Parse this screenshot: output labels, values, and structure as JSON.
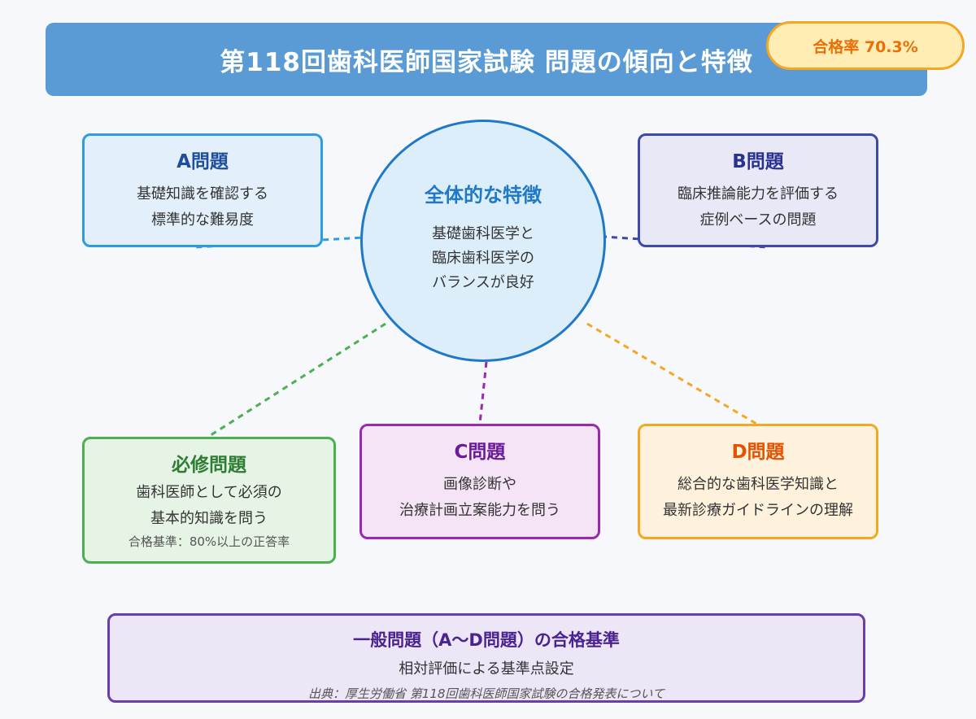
{
  "title": "第118回歯科医師国家試験 問題の傾向と特徴",
  "pass_rate": "合格率 70.3%",
  "center": {
    "title": "全体的な特徴",
    "lines": [
      "基礎歯科医学と",
      "臨床歯科医学の",
      "バランスが良好"
    ]
  },
  "box_a": {
    "title": "A問題",
    "lines": [
      "基礎知識を確認する",
      "標準的な難易度"
    ]
  },
  "box_b": {
    "title": "B問題",
    "lines": [
      "臨床推論能力を評価する",
      "症例ベースの問題"
    ]
  },
  "box_hissu": {
    "title": "必修問題",
    "lines": [
      "歯科医師として必須の",
      "基本的知識を問う"
    ],
    "note": "合格基準：80%以上の正答率"
  },
  "box_c": {
    "title": "C問題",
    "lines": [
      "画像診断や",
      "治療計画立案能力を問う"
    ]
  },
  "box_d": {
    "title": "D問題",
    "lines": [
      "総合的な歯科医学知識と",
      "最新診療ガイドラインの理解"
    ]
  },
  "box_general": {
    "title": "一般問題（A〜D問題）の合格基準",
    "line": "相対評価による基準点設定"
  },
  "source": "出典：厚生労働省 第118回歯科医師国家試験の合格発表について",
  "colors": {
    "header": "#5b9bd5",
    "a": "#2e9be3",
    "b": "#3d4aa8",
    "hissu": "#4caf50",
    "c": "#9c27b0",
    "d": "#f5a623",
    "general": "#6a3dac"
  }
}
